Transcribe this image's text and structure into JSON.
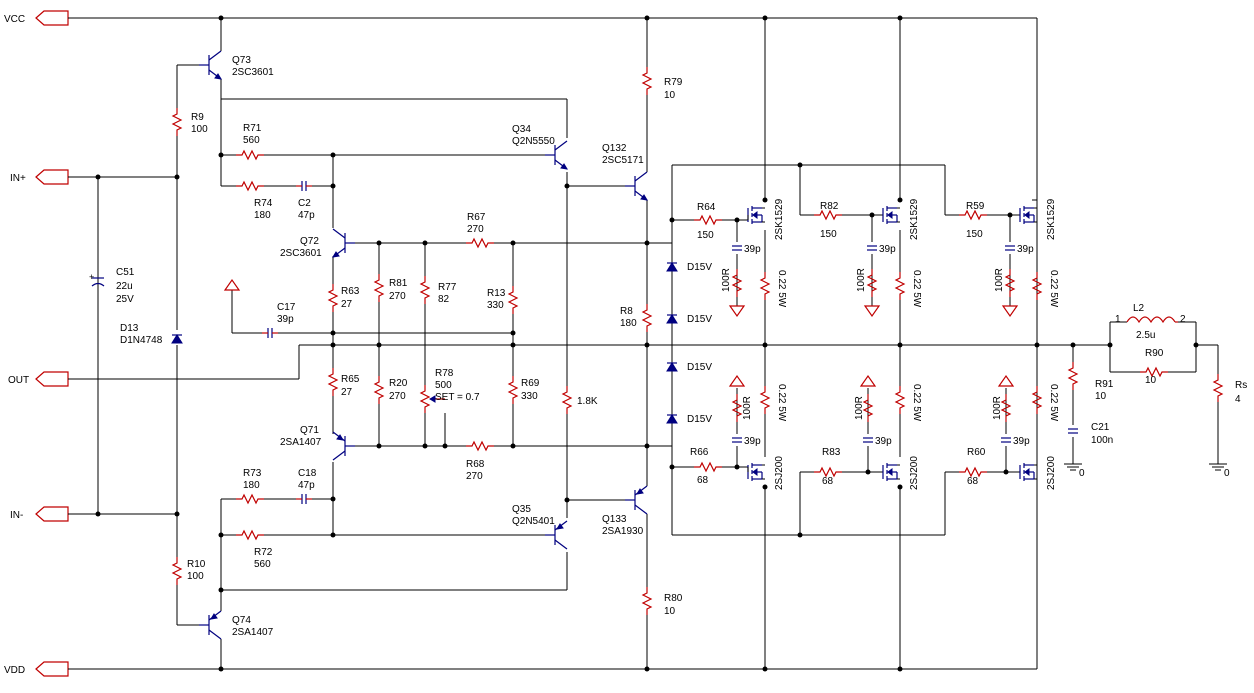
{
  "ports": {
    "vcc": "VCC",
    "in_plus": "IN+",
    "out": "OUT",
    "in_minus": "IN-",
    "vdd": "VDD"
  },
  "components": {
    "q73": {
      "ref": "Q73",
      "part": "2SC3601"
    },
    "q74": {
      "ref": "Q74",
      "part": "2SA1407"
    },
    "q72": {
      "ref": "Q72",
      "part": "2SC3601"
    },
    "q71": {
      "ref": "Q71",
      "part": "2SA1407"
    },
    "q34": {
      "ref": "Q34",
      "part": "Q2N5550"
    },
    "q35": {
      "ref": "Q35",
      "part": "Q2N5401"
    },
    "q132": {
      "ref": "Q132",
      "part": "2SC5171"
    },
    "q133": {
      "ref": "Q133",
      "part": "2SA1930"
    },
    "r9": {
      "ref": "R9",
      "value": "100"
    },
    "r10": {
      "ref": "R10",
      "value": "100"
    },
    "r71": {
      "ref": "R71",
      "value": "560"
    },
    "r72": {
      "ref": "R72",
      "value": "560"
    },
    "r74": {
      "ref": "R74",
      "value": "180"
    },
    "r73": {
      "ref": "R73",
      "value": "180"
    },
    "c2": {
      "ref": "C2",
      "value": "47p"
    },
    "c18": {
      "ref": "C18",
      "value": "47p"
    },
    "c51": {
      "ref": "C51",
      "value": "22u",
      "rating": "25V"
    },
    "d13": {
      "ref": "D13",
      "part": "D1N4748"
    },
    "c17": {
      "ref": "C17",
      "value": "39p"
    },
    "r63": {
      "ref": "R63",
      "value": "27"
    },
    "r65": {
      "ref": "R65",
      "value": "27"
    },
    "r81": {
      "ref": "R81",
      "value": "270"
    },
    "r20": {
      "ref": "R20",
      "value": "270"
    },
    "r77": {
      "ref": "R77",
      "value": "82"
    },
    "r78": {
      "ref": "R78",
      "value": "500",
      "set": "SET = 0.7"
    },
    "r13": {
      "ref": "R13",
      "value": "330"
    },
    "r69": {
      "ref": "R69",
      "value": "330"
    },
    "r67": {
      "ref": "R67",
      "value": "270"
    },
    "r68": {
      "ref": "R68",
      "value": "270"
    },
    "r_1k8": {
      "value": "1.8K"
    },
    "r79": {
      "ref": "R79",
      "value": "10"
    },
    "r80": {
      "ref": "R80",
      "value": "10"
    },
    "r8": {
      "ref": "R8",
      "value": "180"
    },
    "zener": "D15V",
    "r64": {
      "ref": "R64",
      "value": "150"
    },
    "r82": {
      "ref": "R82",
      "value": "150"
    },
    "r59": {
      "ref": "R59",
      "value": "150"
    },
    "r66": {
      "ref": "R66",
      "value": "68"
    },
    "r83": {
      "ref": "R83",
      "value": "68"
    },
    "r60": {
      "ref": "R60",
      "value": "68"
    },
    "n_fet": "2SK1529",
    "p_fet": "2SJ200",
    "gate_cap": "39p",
    "gate_res": "100R",
    "source_res": "0.22 5W",
    "l2": {
      "ref": "L2",
      "value": "2.5u",
      "pin1": "1",
      "pin2": "2"
    },
    "r90": {
      "ref": "R90",
      "value": "10"
    },
    "r91": {
      "ref": "R91",
      "value": "10"
    },
    "c21": {
      "ref": "C21",
      "value": "100n"
    },
    "rs": {
      "ref": "Rs",
      "value": "4"
    },
    "ground_label": "0"
  },
  "colors": {
    "wire": "#000000",
    "resistor": "#c00000",
    "semiconductor": "#000080",
    "port": "#c00000"
  }
}
